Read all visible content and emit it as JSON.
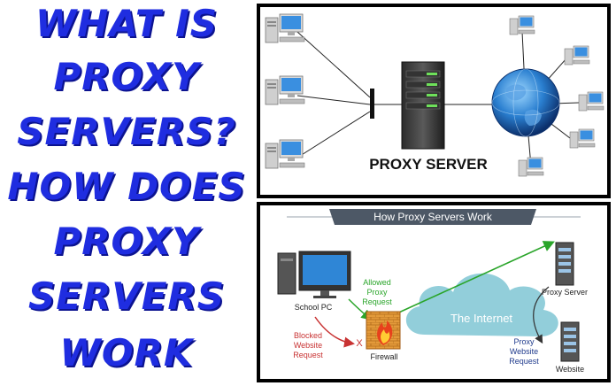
{
  "title": {
    "lines": [
      "WHAT IS",
      "PROXY",
      "SERVERS?",
      "HOW DOES",
      "PROXY",
      "SERVERS",
      "WORK"
    ]
  },
  "top_diagram": {
    "label": "PROXY SERVER"
  },
  "bottom_diagram": {
    "banner": "How Proxy Servers Work",
    "labels": {
      "school_pc": "School PC",
      "allowed": [
        "Allowed",
        "Proxy",
        "Request"
      ],
      "blocked": [
        "Blocked",
        "Website",
        "Request"
      ],
      "blocked_mark": "X",
      "firewall": "Firewall",
      "internet": "The Internet",
      "proxy_server": "Proxy Server",
      "proxy_website": [
        "Proxy",
        "Website",
        "Request"
      ],
      "website": "Website"
    }
  },
  "colors": {
    "title_blue": "#1f2de0",
    "allowed_green": "#2aa52a",
    "blocked_red": "#c83232",
    "cloud": "#7fc6d4",
    "banner": "#4d5866"
  }
}
